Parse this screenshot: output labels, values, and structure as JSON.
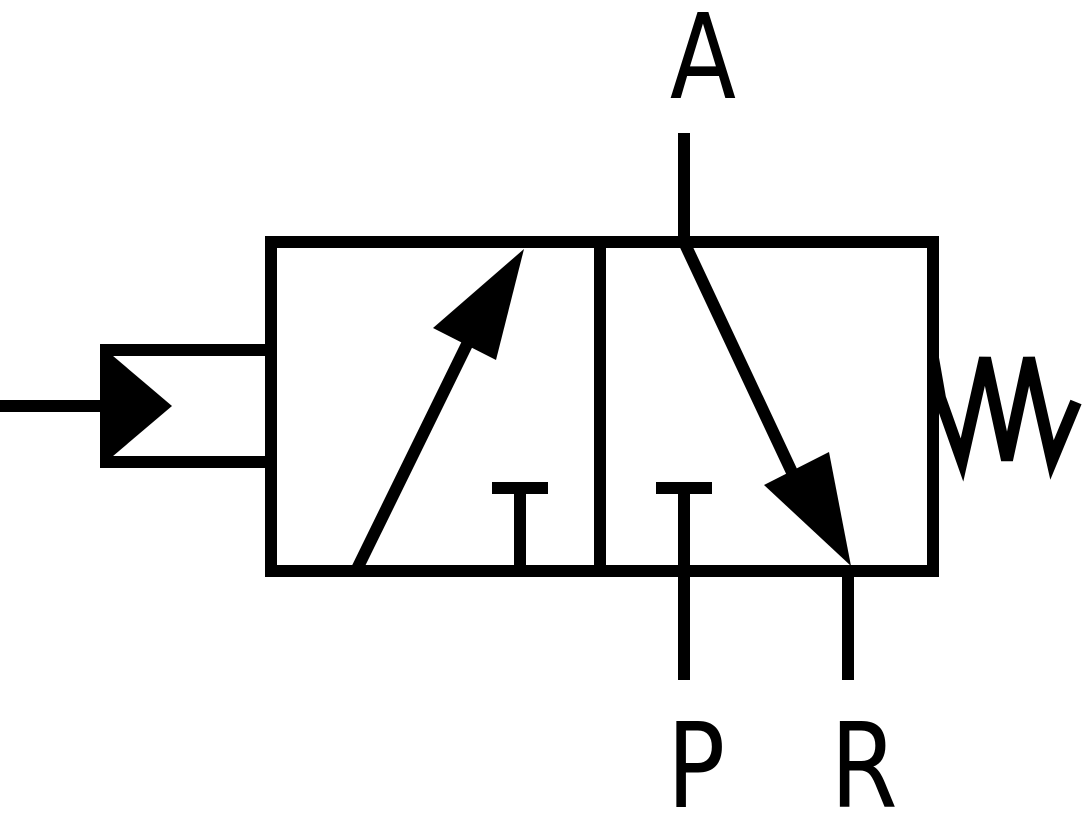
{
  "ports": {
    "a": "A",
    "p": "P",
    "r": "R"
  },
  "colors": {
    "stroke": "#000000",
    "background": "#ffffff"
  }
}
